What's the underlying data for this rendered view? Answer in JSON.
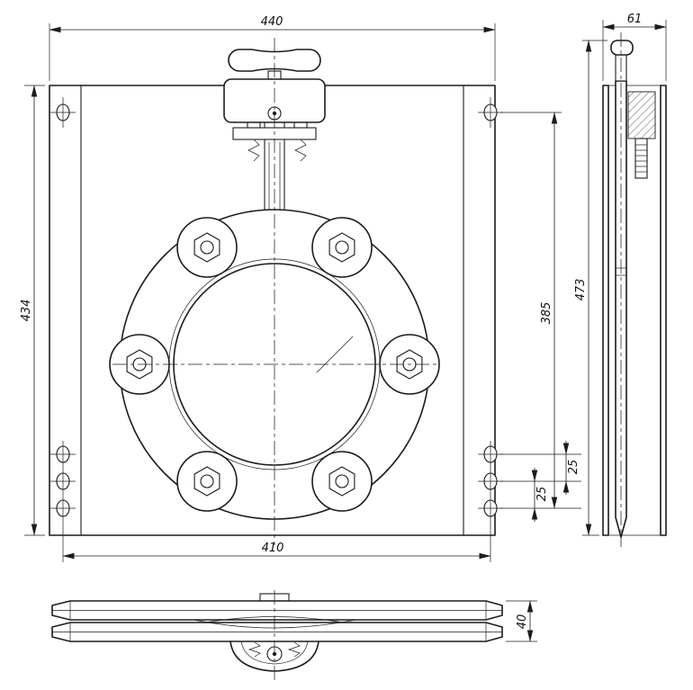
{
  "drawing": {
    "kind": "technical_drawing_three_views",
    "background_color": "#ffffff",
    "line_color": "#1c1c1c",
    "views": [
      "front-view",
      "side-view",
      "bottom-view"
    ]
  },
  "dimensions": {
    "front_width": "440",
    "side_depth": "61",
    "front_height": "434",
    "overall_height": "473",
    "hole_span_height": "385",
    "hole_pitch_upper": "25",
    "hole_pitch_lower": "25",
    "bottom_hole_span": "410",
    "stack_thickness": "40"
  }
}
